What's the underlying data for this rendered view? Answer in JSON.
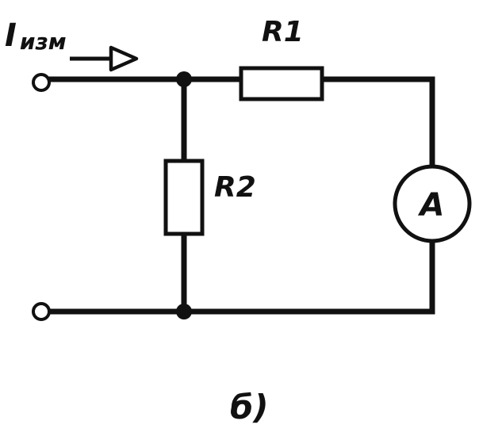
{
  "labels": {
    "current_symbol": "I",
    "current_subscript": "изм",
    "r1": "R1",
    "r2": "R2",
    "ammeter": "A",
    "caption": "б)"
  },
  "colors": {
    "ink": "#111111",
    "background": "#ffffff"
  }
}
